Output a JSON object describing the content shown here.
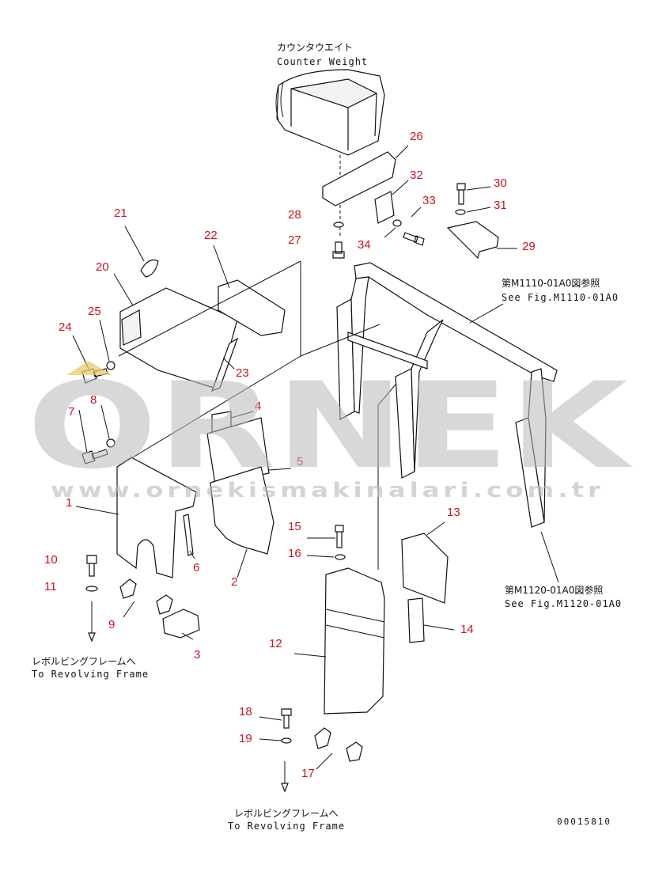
{
  "labels": {
    "counterweight_jp": "カウンタウエイト",
    "counterweight_en": "Counter Weight",
    "ref1_jp": "第M1110-01A0図参照",
    "ref1_en": "See Fig.M1110-01A0",
    "ref2_jp": "第M1120-01A0図参照",
    "ref2_en": "See Fig.M1120-01A0",
    "revolving1_jp": "レボルビングフレームへ",
    "revolving1_en": "To Revolving Frame",
    "revolving2_jp": "レボルビングフレームへ",
    "revolving2_en": "To Revolving Frame",
    "doc_number": "00015810"
  },
  "watermark": {
    "brand": "ORNEK",
    "url": "www.ornekismakinalari.com.tr"
  },
  "callouts": {
    "c1": "1",
    "c2": "2",
    "c3": "3",
    "c4": "4",
    "c5": "5",
    "c6": "6",
    "c7": "7",
    "c8": "8",
    "c9": "9",
    "c10": "10",
    "c11": "11",
    "c12": "12",
    "c13": "13",
    "c14": "14",
    "c15": "15",
    "c16": "16",
    "c17": "17",
    "c18": "18",
    "c19": "19",
    "c20": "20",
    "c21": "21",
    "c22": "22",
    "c23": "23",
    "c24": "24",
    "c25": "25",
    "c26": "26",
    "c27": "27",
    "c28": "28",
    "c29": "29",
    "c30": "30",
    "c31": "31",
    "c32": "32",
    "c33": "33",
    "c34": "34"
  },
  "colors": {
    "callout": "#c8141e",
    "watermark": "#b9b9bd",
    "line": "#111111"
  }
}
